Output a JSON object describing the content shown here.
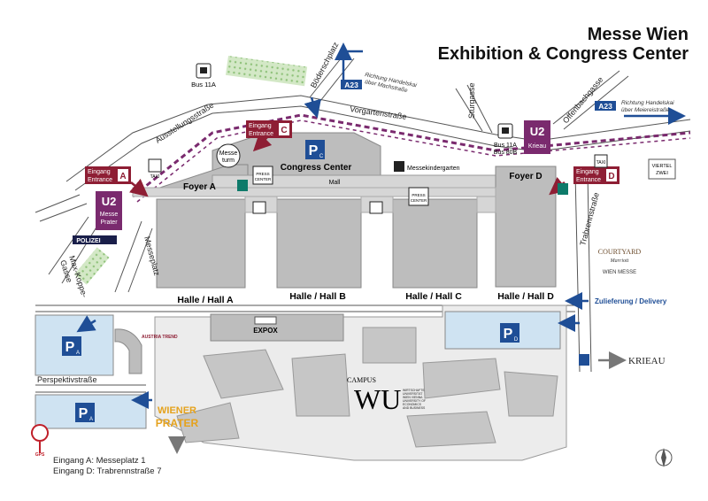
{
  "title": {
    "line1": "Messe Wien",
    "line2": "Exhibition & Congress Center"
  },
  "streets": {
    "ausstellungsstrasse": "Ausstellungsstraße",
    "vorgartenstrasse": "Vorgartenstraße",
    "boderschplatz": "Böderschplatz",
    "sturgasse": "Sturgasse",
    "offenbachgasse": "Offenbachgasse",
    "trabrennstrasse": "Trabrennstraße",
    "messeplatz": "Messeplatz",
    "max_koppe_1": "Max-Koppe-",
    "max_koppe_2": "Gasse",
    "perspektivstrasse": "Perspektivstraße"
  },
  "highway": {
    "a23": "A23",
    "dir_left_1": "Richtung Handelskai",
    "dir_left_2": "über Machstraße",
    "dir_right_1": "Richtung Handelskai",
    "dir_right_2": "über Meiereistraße"
  },
  "bus": {
    "left": "Bus 11A",
    "right_1": "Bus 11A",
    "right_2": "Bus 80B"
  },
  "u2": {
    "label": "U2",
    "messe_1": "Messe",
    "messe_2": "Prater",
    "krieau": "Krieau"
  },
  "entrances": {
    "a_1": "Eingang",
    "a_2": "Entrance",
    "a_letter": "A",
    "c_1": "Eingang",
    "c_2": "Entrance",
    "c_letter": "C",
    "d_1": "Eingang",
    "d_2": "Entrance",
    "d_letter": "D"
  },
  "venue": {
    "congress_center": "Congress Center",
    "foyer_a": "Foyer A",
    "foyer_d": "Foyer D",
    "mall": "Mall",
    "messeturm_1": "Messe",
    "messeturm_2": "turm",
    "messekindergarten": "Messekindergarten",
    "press_1": "PRESS",
    "press_2": "CENTER",
    "taxi": "TAXI",
    "polizei": "POLIZEI",
    "hall_a": "Halle / Hall A",
    "hall_b": "Halle / Hall B",
    "hall_c": "Halle / Hall C",
    "hall_d": "Halle / Hall D",
    "expo_x": "EXPOX",
    "parking_p": "P",
    "parking_c": "C",
    "parking_a": "A",
    "parking_d": "D"
  },
  "delivery": "Zulieferung / Delivery",
  "poi": {
    "austria_trend": "AUSTRIA TREND",
    "courtyard_1": "COURTYARD",
    "courtyard_2": "Marriott",
    "courtyard_3": "WIEN MESSE",
    "viertel_1": "VIERTEL",
    "viertel_2": "ZWEI",
    "krieau": "KRIEAU",
    "campus": "CAMPUS",
    "wu": "WU",
    "wu_small_1": "WIRTSCHAFTS",
    "wu_small_2": "UNIVERSITÄT",
    "wu_small_3": "WIEN VIENNA",
    "wu_small_4": "UNIVERSITY OF",
    "wu_small_5": "ECONOMICS",
    "wu_small_6": "AND BUSINESS",
    "prater_1": "WIENER",
    "prater_2": "PRATER"
  },
  "legend": {
    "gps": "GPS",
    "line1": "Eingang A: Messeplatz 1",
    "line2": "Eingang D: Trabrennstraße 7"
  },
  "colors": {
    "u2_purple": "#7a2a6e",
    "entrance_red": "#8e1e34",
    "arrow_blue": "#1f4e96",
    "parking_blue": "#cfe3f2",
    "building_gray": "#bdbdbd",
    "mall_gray": "#d6d6d6",
    "green": "#8fc27a"
  }
}
